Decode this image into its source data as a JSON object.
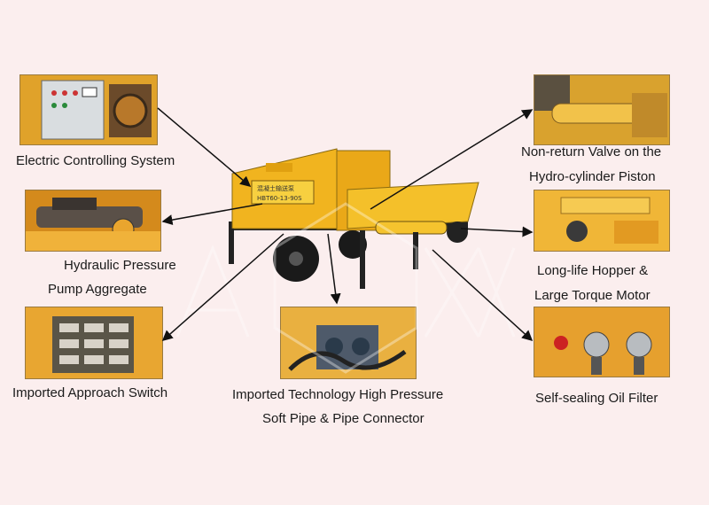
{
  "labels": {
    "electric": "Electric Controlling System",
    "hydraulic_1": "Hydraulic Pressure",
    "hydraulic_2": "Pump Aggregate",
    "approach": "Imported Approach Switch",
    "pipe_1": "Imported Technology High Pressure",
    "pipe_2": "Soft Pipe & Pipe Connector",
    "valve_1": "Non-return Valve on the",
    "valve_2": "Hydro-cylinder Piston",
    "hopper_1": "Long-life Hopper &",
    "hopper_2": "Large Torque Motor",
    "filter": "Self-sealing Oil Filter"
  },
  "machine_plate": {
    "line1": "混凝土输送泵",
    "line2": "HBT60-13-90S"
  },
  "colors": {
    "background": "#fbeeee",
    "machine_yellow": "#f1b41f",
    "arrow": "#111111"
  }
}
